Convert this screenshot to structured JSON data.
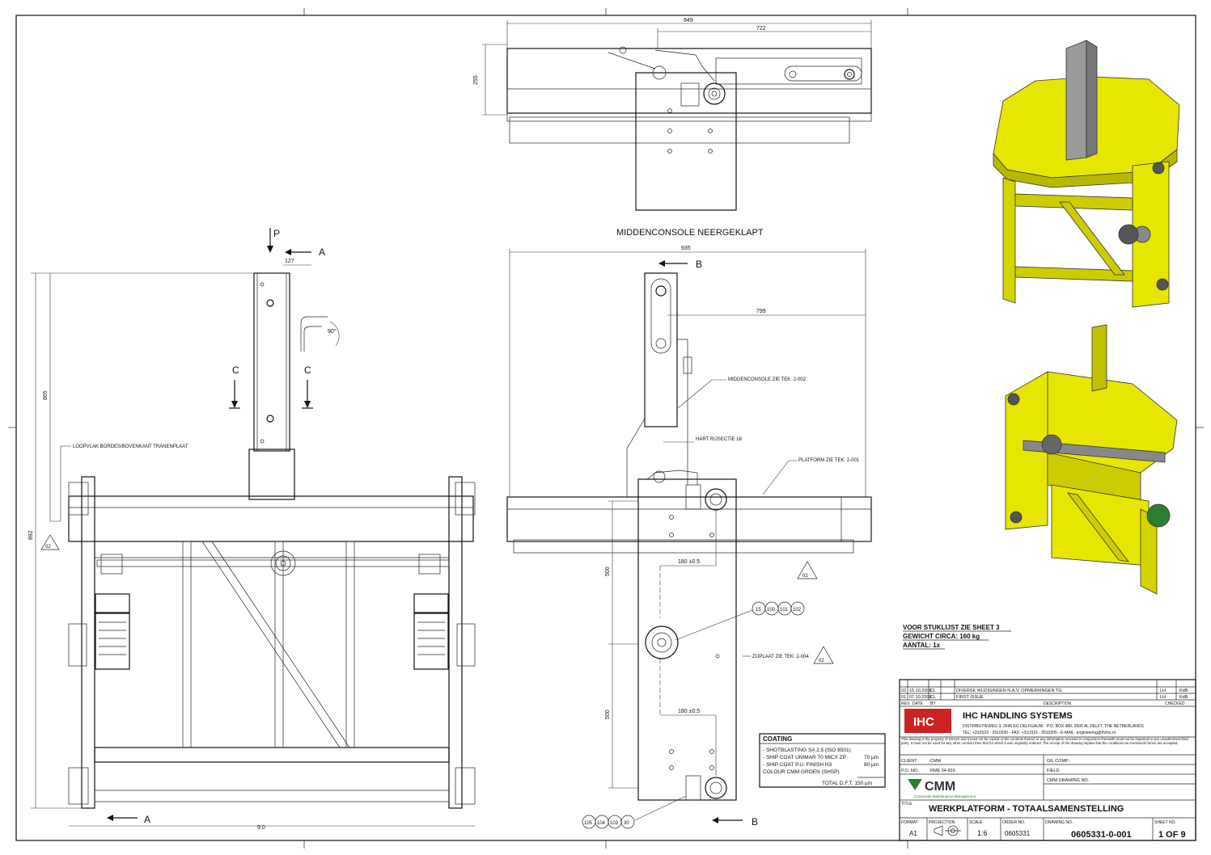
{
  "drawing": {
    "views": {
      "top_view_title": "MIDDENCONSOLE NEERGEKLAPT",
      "dims_top": [
        "849",
        "722",
        "255"
      ],
      "dims_front": [
        "127",
        "865",
        "892",
        "9.0"
      ],
      "dims_side": [
        "935",
        "799",
        "500",
        "500",
        "180 ±0.5",
        "180 ±0.5"
      ],
      "angle_note": "90°",
      "section_labels": {
        "p": "P",
        "a": "A",
        "b": "B",
        "c": "C"
      },
      "front_note": "LOOPVLAK BORDES/BOVENKANT TRANENPLAAT",
      "rev_markers": [
        "02",
        "02",
        "02"
      ],
      "balloons_top": [
        "15",
        "100",
        "101",
        "102"
      ],
      "balloons_bottom": [
        "105",
        "104",
        "103",
        "30"
      ]
    },
    "callouts": [
      "MIDDENCONSOLE ZIE TEK: 2-002",
      "HART RIJSECTIE 18",
      "PLATFORM ZIE TEK: 2-001",
      "ZIJPLAAT ZIE TEK: 2-004"
    ],
    "notes": {
      "line1": "VOOR STUKLIJST ZIE SHEET 3",
      "line2": "GEWICHT CIRCA: 160 kg",
      "line3": "AANTAL: 1x"
    },
    "coating": {
      "title": "COATING",
      "lines": [
        "- SHOTBLASTING SA 2.5 (ISO 8501)",
        "- SHIP COAT UNIMAR 70 MICX ZP",
        "- SHIP COAT P.U. FINISH H3",
        "  COLOUR CMM GROEN (SHSP)"
      ],
      "thicknesses": [
        "70 µm",
        "80 µm"
      ],
      "total": "TOTAL D.F.T. 150 µm"
    },
    "revisions": [
      {
        "rev": "02",
        "date": "15.10.2008",
        "by": "CL",
        "desc": "DIVERSE WIJZIGINGEN N.A.V. OPMERKINGEN TG",
        "checked": "LH",
        "app": "KdB"
      },
      {
        "rev": "01",
        "date": "07.10.2008",
        "by": "CL",
        "desc": "FIRST ISSUE",
        "checked": "LH",
        "app": "KdB"
      }
    ],
    "revision_headers": [
      "REV.",
      "DATE",
      "BY",
      "DESCRIPTION",
      "CHECKED"
    ],
    "company": {
      "logo": "IHC",
      "name": "IHC HANDLING SYSTEMS",
      "address": "DISTRIBUTIEWEG 3, 2645 EG DELFGAUW - P.O. BOX 480, 2600 AL DELFT, THE NETHERLANDS",
      "contact": "TEL: +31(0)15 - 2510200 - FAX: +31(0)15 - 2510205 - E-MAIL: engineering@ihchs.nl",
      "disclaimer": "This drawing is the property of IHCHS and it must not be copied or the contents thereof or any information received in conjunction therewith must not be imparted to any unauthorised third party. It must not be used for any other contract then that for which it was originally ordered. The receipt of the drawing implies that the conditions as mentioned herein are accepted."
    },
    "client_block": {
      "client_label": "CLIENT",
      "client_value": "CMM",
      "po_label": "P.O. NO.",
      "po_value": "RME 04-816",
      "oil_comp_label": "OIL COMP.:",
      "field_label": "FIELD",
      "cmm_drawing_label": "CMM DRAWING NO.",
      "cmm_logo": "CMM",
      "cmm_tagline": "Composite Maintenance Management"
    },
    "title_label": "TITLE",
    "title": "WERKPLATFORM - TOTAALSAMENSTELLING",
    "footer": {
      "format_label": "FORMAT",
      "format": "A1",
      "projection_label": "PROJECTION",
      "scale_label": "SCALE",
      "scale": "1:6",
      "order_label": "ORDER NO.",
      "order": "0605331",
      "drawing_label": "DRAWING NO.",
      "drawing_no": "0605331-0-001",
      "sheet_label": "SHEET NO.",
      "sheet": "1 OF 9"
    },
    "colors": {
      "structure_yellow": "#e6e600",
      "structure_shade": "#b8b800",
      "logo_red": "#cc2222",
      "cmm_green": "#2e7d32"
    }
  }
}
